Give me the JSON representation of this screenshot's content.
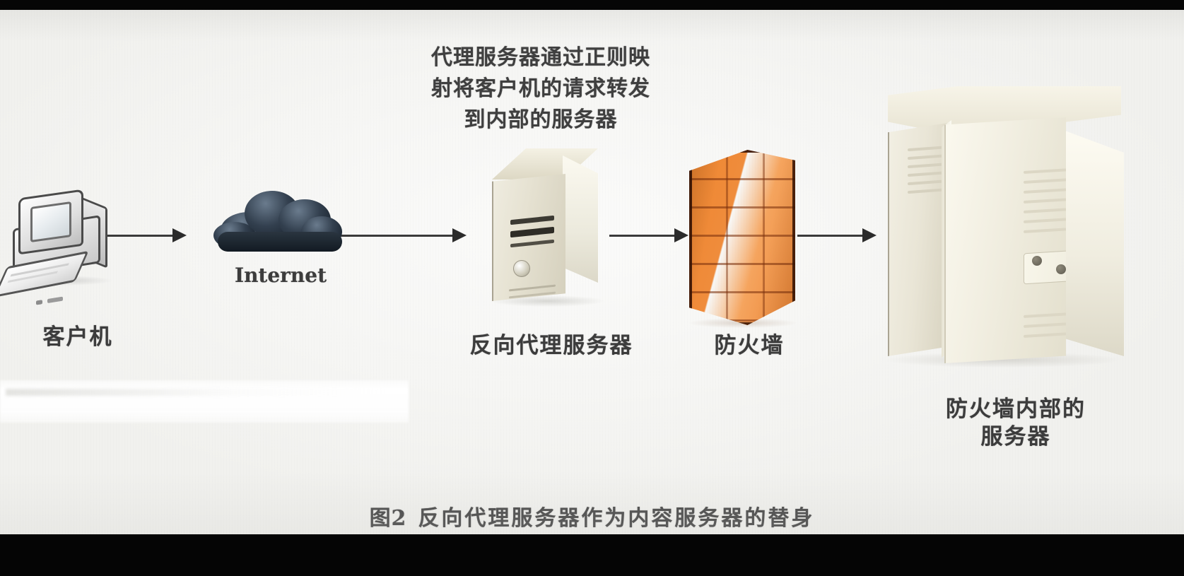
{
  "figure": {
    "caption_number": "图2",
    "caption_text": "反向代理服务器作为内容服务器的替身",
    "annotation": {
      "line1": "代理服务器通过正则映",
      "line2": "射将客户机的请求转发",
      "line3": "到内部的服务器"
    }
  },
  "nodes": {
    "client": {
      "label": "客户机",
      "icon": "desktop-computer-icon"
    },
    "internet": {
      "label": "Internet",
      "icon": "cloud-icon"
    },
    "proxy": {
      "label": "反向代理服务器",
      "icon": "tower-server-icon"
    },
    "firewall": {
      "label": "防火墙",
      "icon": "brick-wall-icon"
    },
    "internal_server": {
      "label_line1": "防火墙内部的",
      "label_line2": "服务器",
      "icon": "rack-server-icon"
    }
  },
  "flow": {
    "arrows": [
      {
        "from": "client",
        "to": "internet"
      },
      {
        "from": "internet",
        "to": "proxy"
      },
      {
        "from": "proxy",
        "to": "firewall"
      },
      {
        "from": "firewall",
        "to": "internal_server"
      }
    ]
  },
  "colors": {
    "page_background": "#f5f5f3",
    "border_bar": "#050505",
    "text": "#3c3c3c",
    "arrow": "#3a3a3a",
    "firewall_brick": "#ef8c3c",
    "firewall_outline": "#3c1606",
    "server_beige": "#efece0",
    "cloud_dark": "#1b242e"
  }
}
